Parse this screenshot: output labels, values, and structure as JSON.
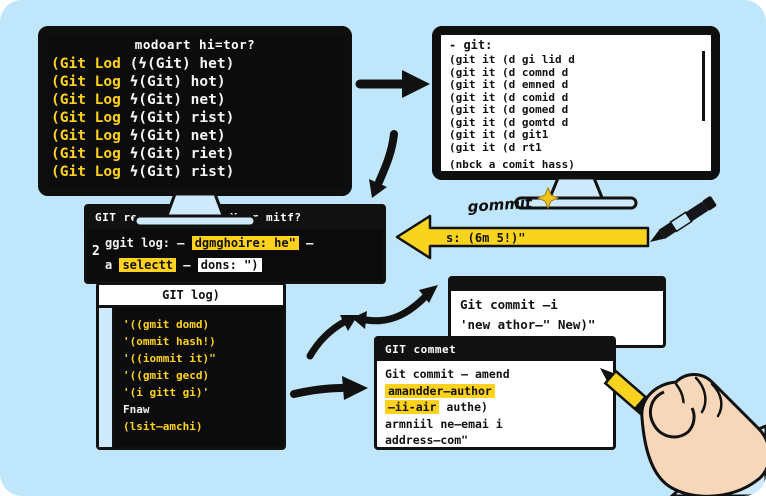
{
  "colors": {
    "background": "#bfe6fa",
    "screen_dark": "#0c0c0c",
    "terminal_yellow": "#ffd21e",
    "arrow_yellow": "#f8d41f",
    "outline_black": "#111111",
    "stand_blue": "#cfeafc",
    "hand_skin": "#f6d7ba"
  },
  "m1": {
    "title": "modoart hi=tor?",
    "lines": [
      {
        "a": "(Git Lod",
        "b": " (ϟ(Git) het)"
      },
      {
        "a": "(Git Log",
        "b": " ϟ(Git) hot)"
      },
      {
        "a": "(Git Log",
        "b": " ϟ(Git) net)"
      },
      {
        "a": "(Git Log",
        "b": " ϟ(Git) rist)"
      },
      {
        "a": "(Git Log",
        "b": " ϟ(Git) net)"
      },
      {
        "a": "(Git Log",
        "b": " ϟ(Git) riet)"
      },
      {
        "a": "(Git Log",
        "b": " ϟ(Git) rist)"
      }
    ]
  },
  "m2": {
    "title": "- git:",
    "lines": [
      "(git it (d gi lid d",
      "(git it (d comnd d",
      "(git it (d emned d",
      "(git it (d comid d",
      "(git it (d gomed d",
      "(git it (d gomtd d",
      "(git it (d git1",
      "(git it (d rt1"
    ],
    "footer": "(nbck a comit hass)"
  },
  "w2": {
    "title": "GIT repropation of Your mitf?",
    "num": "2",
    "r1a": "ggit log: — ",
    "r1b": "dgmghoire: he\"",
    "r1c": " —",
    "r2a": "a ",
    "r2b": "selectt",
    "r2c": " — ",
    "r2d": "dons: \")"
  },
  "pencil_arrow": {
    "label": "gommit",
    "text": "s: (6m 5!)\""
  },
  "w3": {
    "title": "GIT log)",
    "lines": [
      "'((gmit domd)",
      "'(ommit hash!)",
      "'((iommit it)\"",
      "'((gmit gecd)",
      "'(i gitt gi)'",
      "Fnaw",
      "(lsit—amchi)"
    ]
  },
  "w4": {
    "l1": "Git commit —i",
    "l2": "'new athor—\" New)\""
  },
  "w5": {
    "title": "GIT commet",
    "l1": "Git commit — amend",
    "l2": "amandder—author",
    "l3a": "—ii-air",
    "l3b": " authe)",
    "l4": "armniil ne—emai i",
    "l5": "address—com\""
  }
}
